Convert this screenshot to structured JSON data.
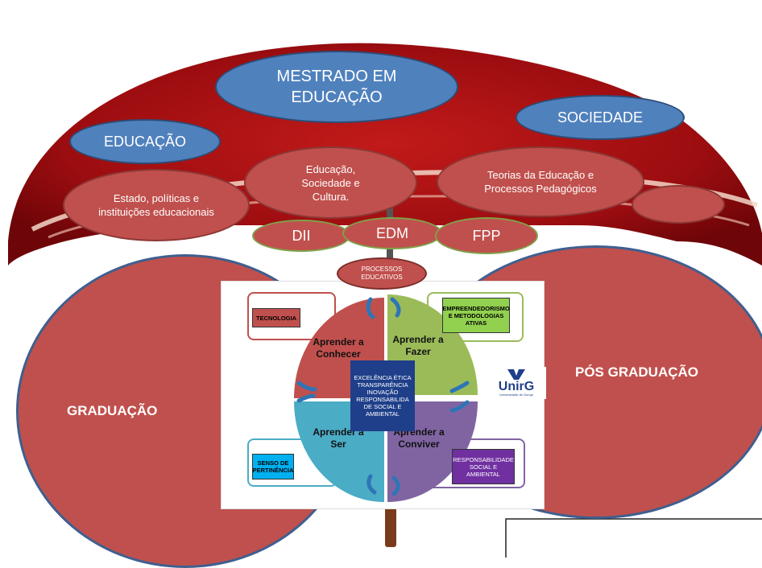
{
  "top": {
    "mestrado": "MESTRADO EM EDUCAÇÃO",
    "sociedade": "SOCIEDADE",
    "educacao": "EDUCAÇÃO"
  },
  "lines": {
    "estado": "Estado, políticas e instituições educacionais",
    "educ_soc": "Educação, Sociedade e Cultura.",
    "teorias": "Teorias da Educação e Processos Pedagógicos"
  },
  "programs": {
    "dii": "DII",
    "edm": "EDM",
    "fpp": "FPP"
  },
  "processos": "PROCESSOS EDUCATIVOS",
  "graduacao": "GRADUAÇÃO",
  "pos_graduacao": "PÓS GRADUAÇÃO",
  "quadrants": {
    "conhecer": "Aprender a Conhecer",
    "fazer": "Aprender a Fazer",
    "ser": "Aprender a Ser",
    "conviver": "Aprender a Conviver"
  },
  "values_center": "EXCELÊNCIA ÉTICA TRANSPARÊNCIA INOVAÇÃO RESPONSABILIDA DE SOCIAL E AMBIENTAL",
  "side_boxes": {
    "tecnologia": "TECNOLOGIA",
    "empreendedorismo": "EMPREENDEDORISMO E METODOLOGIAS ATIVAS",
    "senso": "SENSO DE PERTINÊNCIA",
    "responsabilidade": "RESPONSABILIDADE SOCIAL E AMBIENTAL"
  },
  "logo": {
    "name": "UnirG",
    "tagline": "Universidade de Gurupi"
  },
  "colors": {
    "umbrella_red": "#c0504d",
    "blue": "#4f81bd",
    "q_conhecer": "#c0504d",
    "q_fazer": "#9bbb59",
    "q_ser": "#4bacc6",
    "q_conviver": "#8064a2"
  }
}
